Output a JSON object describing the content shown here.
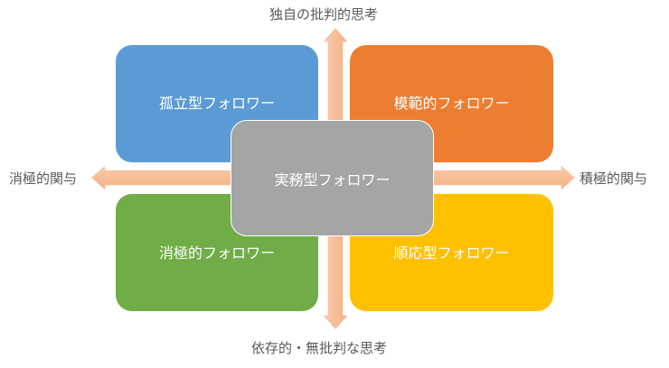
{
  "axes": {
    "top": "独自の批判的思考",
    "bottom": "依存的・無批判な思考",
    "left": "消極的関与",
    "right": "積極的関与"
  },
  "quadrants": {
    "top_left": {
      "label": "孤立型フォロワー",
      "color": "#5B9BD5"
    },
    "top_right": {
      "label": "模範的フォロワー",
      "color": "#ED7D31"
    },
    "bottom_left": {
      "label": "消極的フォロワー",
      "color": "#70AD47"
    },
    "bottom_right": {
      "label": "順応型フォロワー",
      "color": "#FFC000"
    },
    "center": {
      "label": "実務型フォロワー",
      "color": "#A5A5A5"
    }
  },
  "arrow_color": "#F4B183"
}
